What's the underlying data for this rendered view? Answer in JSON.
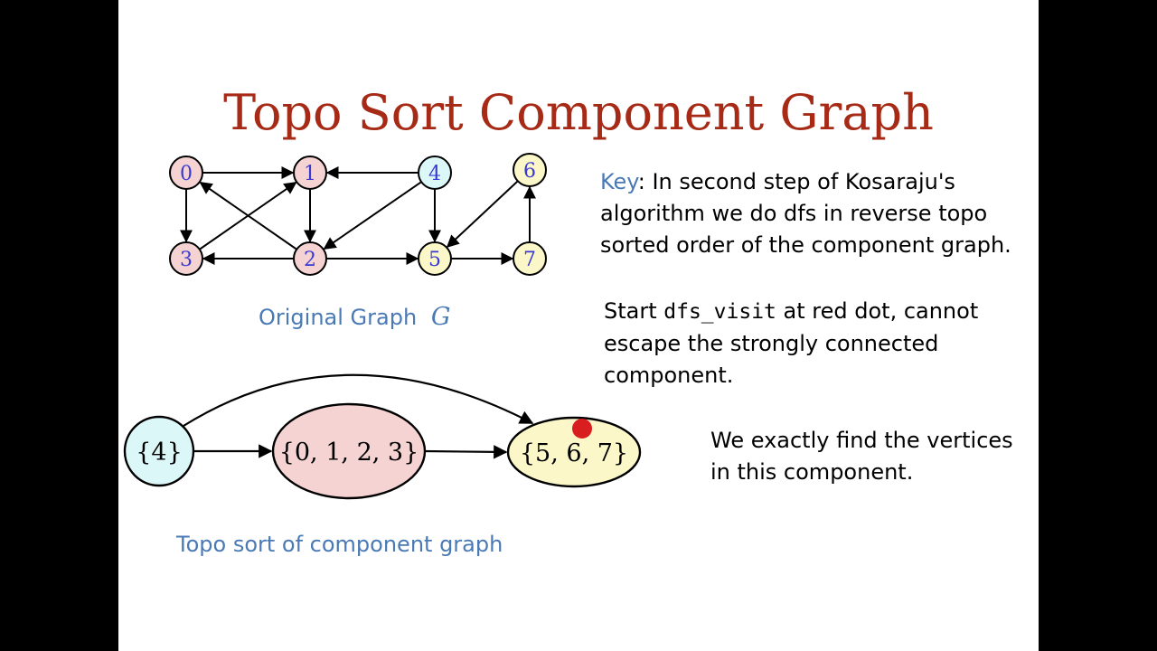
{
  "slide": {
    "title": "Topo Sort Component Graph",
    "key_para": {
      "key_label": "Key",
      "text": ": In second step of Kosaraju's algorithm we do dfs in reverse topo sorted order of the component graph."
    },
    "dfs_para": {
      "before": "Start ",
      "code": "dfs_visit",
      "after": " at red dot, cannot escape the strongly connected component."
    },
    "find_para": "We exactly find the vertices in this component.",
    "original_caption": {
      "text": "Original Graph",
      "symbol": "G"
    },
    "topo_caption": "Topo sort of component graph"
  },
  "colors": {
    "title": "#a62a15",
    "caption_blue": "#4a7ab6",
    "pink": "#f5d3d3",
    "cyan": "#dcf7f7",
    "yellow": "#fbf7c8",
    "red_dot": "#d81e1e"
  },
  "graph": {
    "nodes": [
      {
        "id": "0",
        "label": "0",
        "fill": "#f5d3d3"
      },
      {
        "id": "1",
        "label": "1",
        "fill": "#f5d3d3"
      },
      {
        "id": "2",
        "label": "2",
        "fill": "#f5d3d3"
      },
      {
        "id": "3",
        "label": "3",
        "fill": "#f5d3d3"
      },
      {
        "id": "4",
        "label": "4",
        "fill": "#dcf7f7"
      },
      {
        "id": "5",
        "label": "5",
        "fill": "#fbf7c8"
      },
      {
        "id": "6",
        "label": "6",
        "fill": "#fbf7c8"
      },
      {
        "id": "7",
        "label": "7",
        "fill": "#fbf7c8"
      }
    ],
    "edges": [
      [
        "0",
        "1"
      ],
      [
        "0",
        "3"
      ],
      [
        "1",
        "2"
      ],
      [
        "2",
        "0"
      ],
      [
        "3",
        "1"
      ],
      [
        "2",
        "3"
      ],
      [
        "2",
        "5"
      ],
      [
        "4",
        "1"
      ],
      [
        "4",
        "2"
      ],
      [
        "4",
        "5"
      ],
      [
        "6",
        "5"
      ],
      [
        "5",
        "7"
      ],
      [
        "7",
        "6"
      ]
    ]
  },
  "component_graph": {
    "components": [
      {
        "id": "c4",
        "label": "{4}",
        "fill": "#dcf7f7"
      },
      {
        "id": "c0123",
        "label": "{0, 1, 2, 3}",
        "fill": "#f5d3d3"
      },
      {
        "id": "c567",
        "label": "{5, 6, 7}",
        "fill": "#fbf7c8"
      }
    ],
    "edges": [
      [
        "c4",
        "c0123"
      ],
      [
        "c0123",
        "c567"
      ],
      [
        "c4",
        "c567"
      ]
    ]
  }
}
